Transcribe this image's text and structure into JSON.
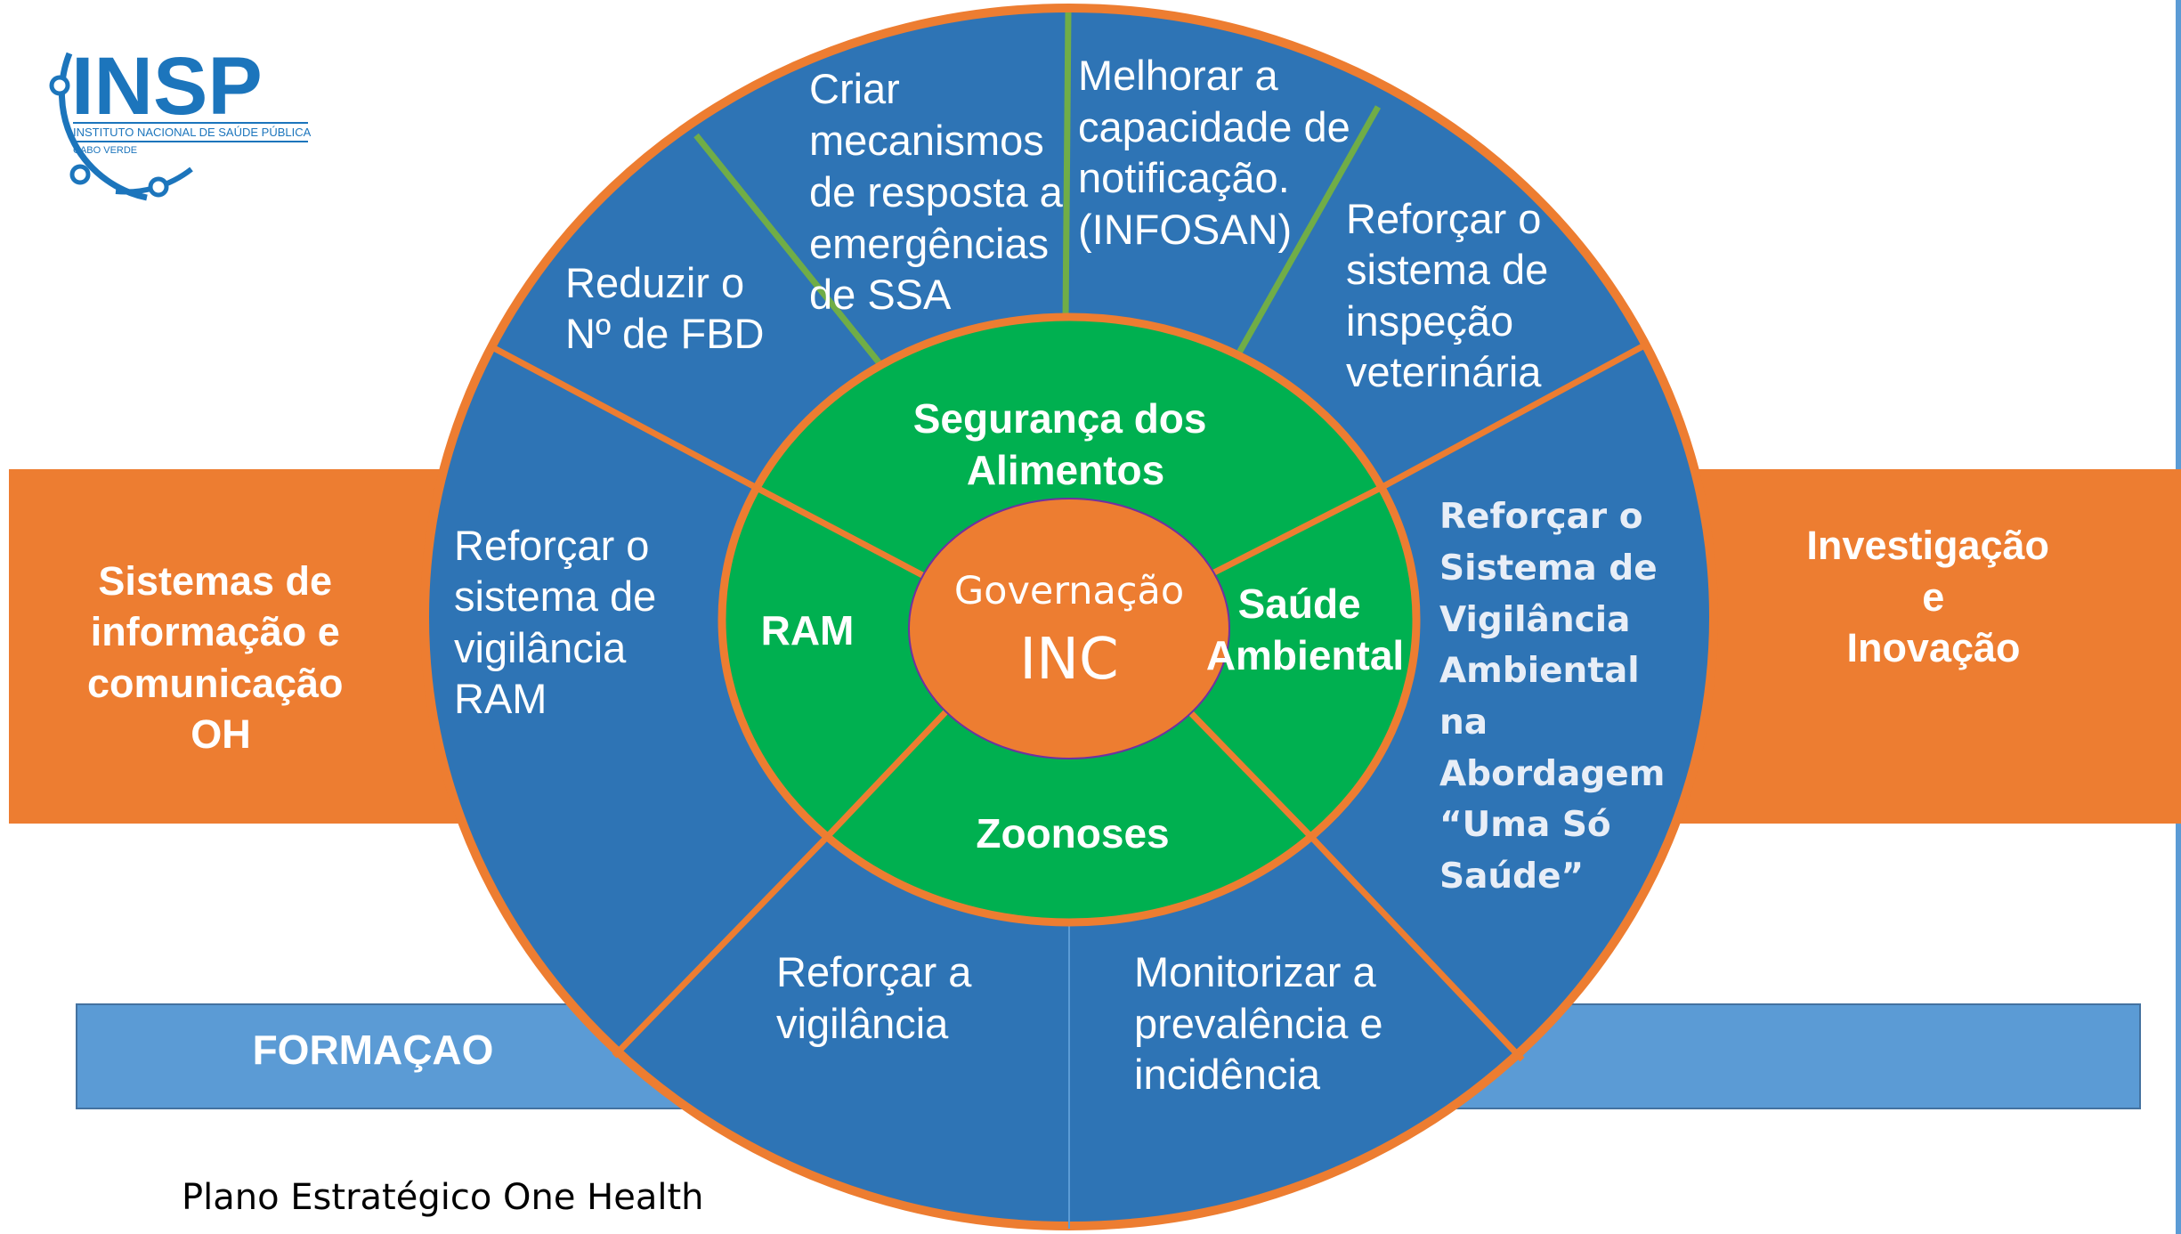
{
  "colors": {
    "orange": "#ED7D31",
    "blue": "#2E74B5",
    "light_blue": "#5B9BD5",
    "green": "#00B050",
    "divider_green": "#70AD47",
    "logo_blue": "#1C75BC",
    "white": "#FFFFFF",
    "text_black": "#000000"
  },
  "logo": {
    "acronym": "INSP",
    "full_name": "INSTITUTO NACIONAL DE SAÚDE PÚBLICA",
    "country": "CABO VERDE"
  },
  "left_banner": {
    "lines": [
      "Sistemas de",
      "informação e",
      "comunicação",
      "OH"
    ]
  },
  "right_banner": {
    "lines": [
      "Investigação",
      "e",
      "Inovação"
    ]
  },
  "bottom_bar": {
    "label": "FORMAÇAO"
  },
  "center": {
    "label_small": "Governação",
    "label_large": "INC"
  },
  "inner_ring": {
    "top": [
      "Segurança dos",
      "Alimentos"
    ],
    "left": "RAM",
    "right": [
      "Saúde",
      "Ambiental"
    ],
    "bottom": "Zoonoses"
  },
  "outer_ring": {
    "top_left": [
      "Reduzir o",
      "Nº de FBD"
    ],
    "top_center_left": [
      "Criar",
      "mecanismos",
      "de resposta a",
      "emergências",
      "de SSA"
    ],
    "top_center_right": [
      "Melhorar a",
      "capacidade de",
      "notificação.",
      "(INFOSAN)"
    ],
    "top_right": [
      "Reforçar o",
      "sistema de",
      "inspeção",
      "veterinária"
    ],
    "left": [
      "Reforçar o",
      "sistema de",
      "vigilância",
      "RAM"
    ],
    "right": [
      "Reforçar o",
      "Sistema de",
      "Vigilância",
      "Ambiental",
      "na",
      "Abordagem",
      "“Uma Só",
      "Saúde”"
    ],
    "bottom_left": [
      "Reforçar a",
      "vigilância"
    ],
    "bottom_right": [
      "Monitorizar a",
      "prevalência e",
      "incidência"
    ]
  },
  "footer": {
    "caption": "Plano Estratégico One Health"
  }
}
